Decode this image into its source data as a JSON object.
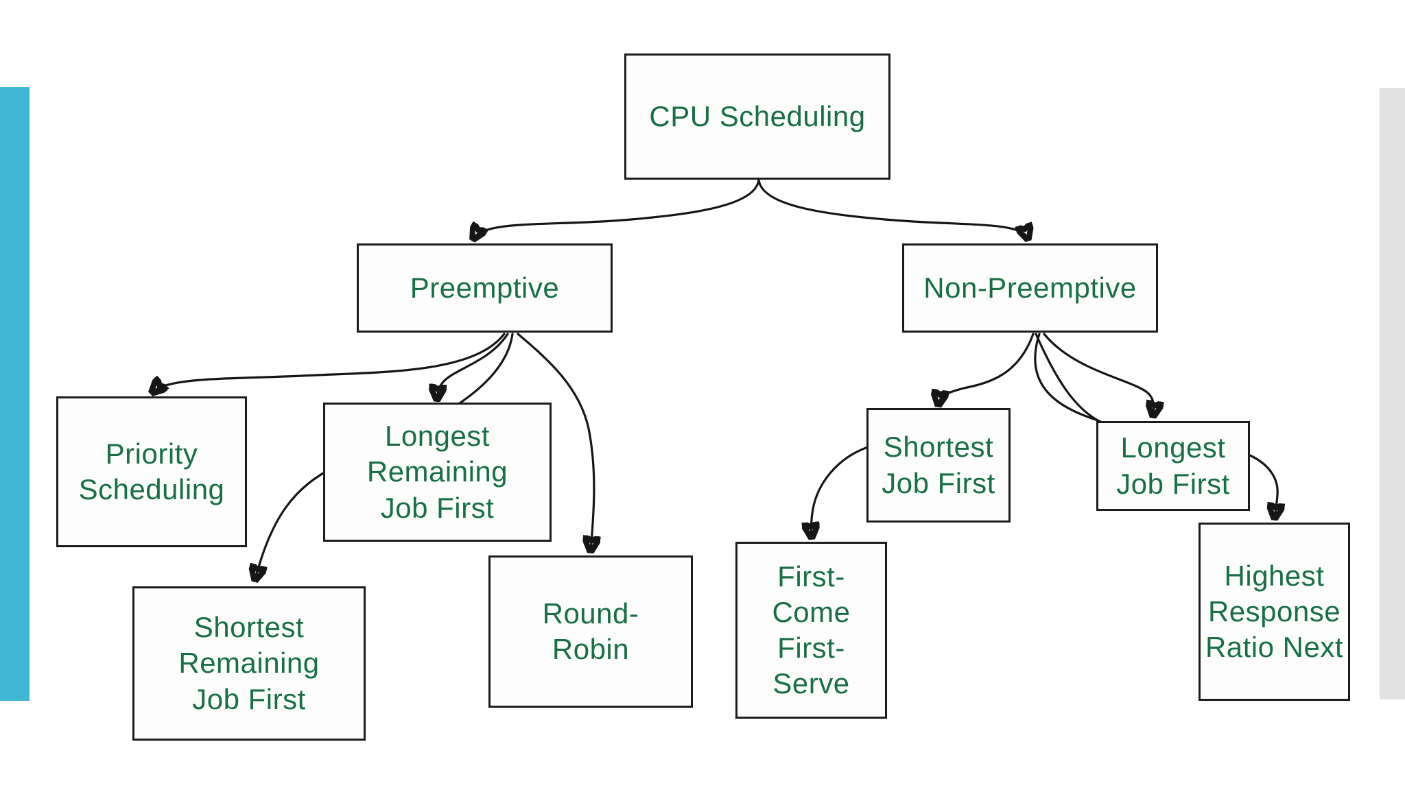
{
  "diagram": {
    "type": "tree",
    "nodes": [
      {
        "id": "cpu-scheduling",
        "label": "CPU Scheduling"
      },
      {
        "id": "preemptive",
        "label": "Preemptive"
      },
      {
        "id": "non-preemptive",
        "label": "Non-Preemptive"
      },
      {
        "id": "priority-scheduling",
        "label": "Priority Scheduling"
      },
      {
        "id": "longest-remaining-job-first",
        "label": "Longest Remaining Job First"
      },
      {
        "id": "shortest-remaining-job-first",
        "label": "Shortest Remaining Job First"
      },
      {
        "id": "round-robin",
        "label": "Round-Robin"
      },
      {
        "id": "shortest-job-first",
        "label": "Shortest Job First"
      },
      {
        "id": "first-come-first-serve",
        "label": "First-Come First-Serve"
      },
      {
        "id": "longest-job-first",
        "label": "Longest Job First"
      },
      {
        "id": "highest-response-ratio-next",
        "label": "Highest Response Ratio Next"
      }
    ],
    "edges": [
      {
        "from": "cpu-scheduling",
        "to": "preemptive"
      },
      {
        "from": "cpu-scheduling",
        "to": "non-preemptive"
      },
      {
        "from": "preemptive",
        "to": "priority-scheduling"
      },
      {
        "from": "preemptive",
        "to": "longest-remaining-job-first"
      },
      {
        "from": "preemptive",
        "to": "shortest-remaining-job-first"
      },
      {
        "from": "preemptive",
        "to": "round-robin"
      },
      {
        "from": "non-preemptive",
        "to": "shortest-job-first"
      },
      {
        "from": "non-preemptive",
        "to": "longest-job-first"
      },
      {
        "from": "shortest-job-first",
        "to": "first-come-first-serve"
      },
      {
        "from": "longest-job-first",
        "to": "highest-response-ratio-next"
      }
    ],
    "colors": {
      "node_text": "#186f46",
      "node_border": "#1c1c1c",
      "arrow": "#161616",
      "left_bar": "#41b7d5",
      "right_bar": "#e2e2e2",
      "background": "#ffffff"
    }
  }
}
